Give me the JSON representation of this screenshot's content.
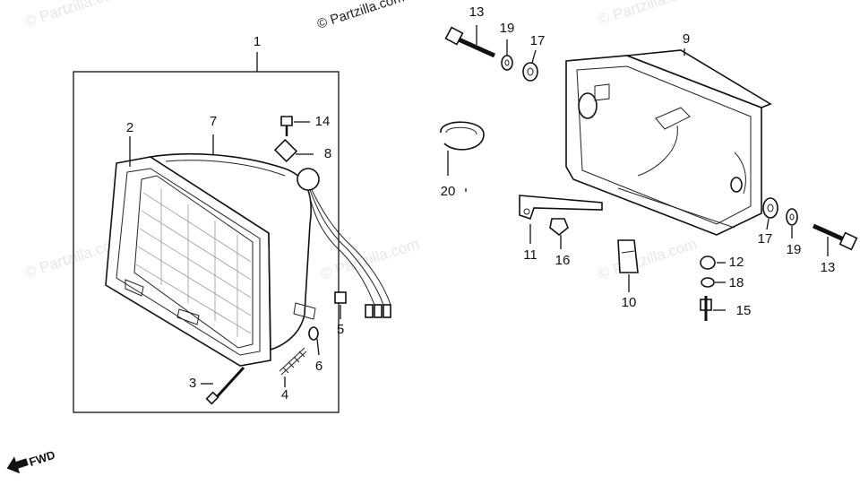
{
  "diagram": {
    "watermark_main": "© Partzilla.com",
    "watermark_faint": "© Partzilla.com",
    "fwd_label": "FWD",
    "callouts": {
      "c1": "1",
      "c2": "2",
      "c3": "3",
      "c4": "4",
      "c5": "5",
      "c6": "6",
      "c7": "7",
      "c8": "8",
      "c9": "9",
      "c10": "10",
      "c11": "11",
      "c12": "12",
      "c13a": "13",
      "c13b": "13",
      "c14": "14",
      "c15": "15",
      "c16": "16",
      "c17a": "17",
      "c17b": "17",
      "c18": "18",
      "c19a": "19",
      "c19b": "19",
      "c20": "20"
    }
  }
}
